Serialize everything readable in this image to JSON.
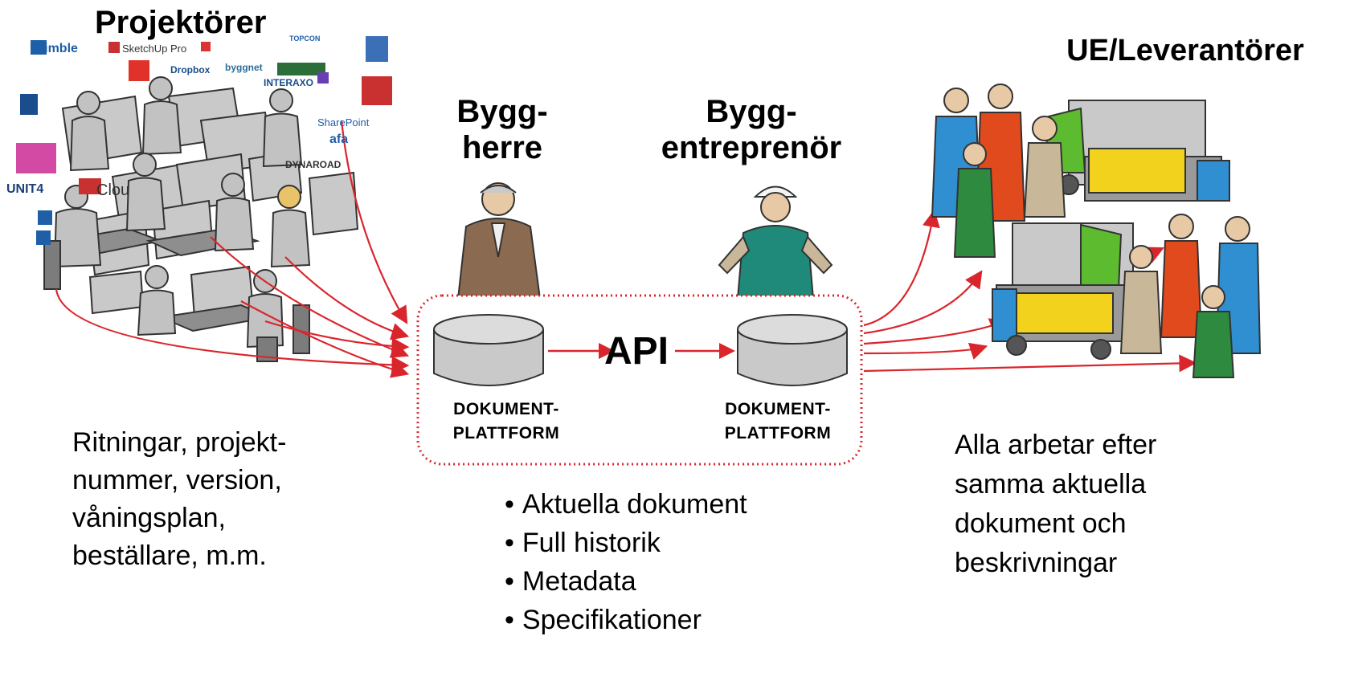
{
  "headings": {
    "projektorer": "Projektörer",
    "ue_leverantorer": "UE/Leverantörer",
    "byggherre_line1": "Bygg-",
    "byggherre_line2": "herre",
    "byggentreprenor_line1": "Bygg-",
    "byggentreprenor_line2": "entreprenör"
  },
  "platform": {
    "left_label_line1": "DOKUMENT-",
    "left_label_line2": "PLATTFORM",
    "right_label_line1": "DOKUMENT-",
    "right_label_line2": "PLATTFORM",
    "api_label": "API"
  },
  "left_text": [
    "Ritningar, projekt-",
    "nummer, version,",
    "våningsplan,",
    "beställare, m.m."
  ],
  "right_text": [
    "Alla arbetar efter",
    "samma aktuella",
    "dokument och",
    "beskrivningar"
  ],
  "features": [
    "Aktuella dokument",
    "Full historik",
    "Metadata",
    "Specifikationer"
  ],
  "logos": {
    "trimble": "Trimble",
    "sketchup": "SketchUp Pro",
    "topcon": "TOPCON",
    "dropbox": "Dropbox",
    "byggnet": "byggnet",
    "interaxo": "INTERAXO",
    "sharepoint": "SharePoint",
    "afa": "afa",
    "dynaroad": "DYNAROAD",
    "unit4": "UNIT4",
    "cloud": "Clou"
  },
  "colors": {
    "arrow_red": "#d9262c",
    "platform_border": "#d9262c",
    "figure_gray": "#c2c2c2",
    "figure_outline": "#333333",
    "worker_blue": "#2f8fd0",
    "worker_orange": "#e04a1d",
    "worker_green": "#2e8a3e",
    "truck_green": "#5dbb2f",
    "cargo_yellow": "#f2d21c",
    "suit_brown": "#8a6a50",
    "overall_teal": "#1f8a7a"
  }
}
